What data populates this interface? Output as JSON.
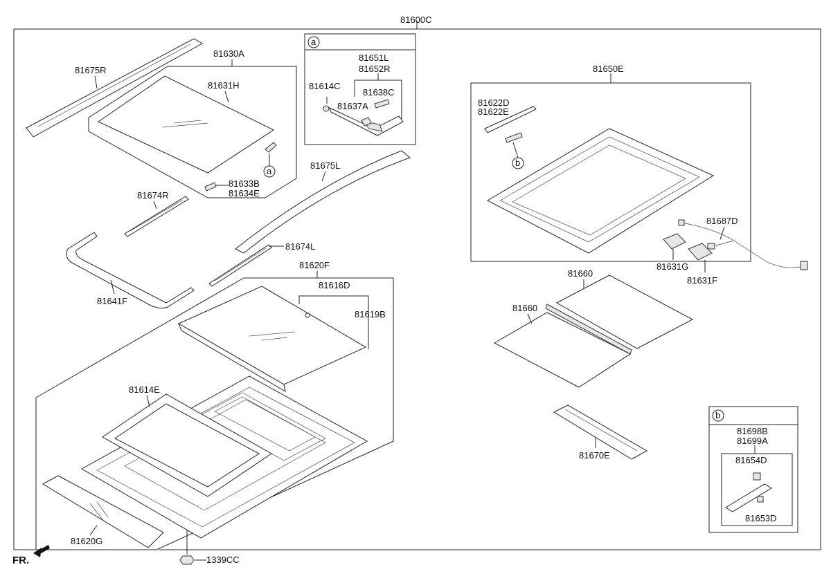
{
  "parts": {
    "assembly": "81600C",
    "p81675R": "81675R",
    "p81630A": "81630A",
    "p81631H": "81631H",
    "p81633B": "81633B",
    "p81634E": "81634E",
    "p81674R": "81674R",
    "p81641F": "81641F",
    "p81675L": "81675L",
    "p81674L": "81674L",
    "p81620F": "81620F",
    "p81616D": "81616D",
    "p81619B": "81619B",
    "p81614E": "81614E",
    "p81620G": "81620G",
    "p1339CC": "1339CC",
    "p81650E": "81650E",
    "p81622D": "81622D",
    "p81622E": "81622E",
    "p81687D": "81687D",
    "p81631G": "81631G",
    "p81631F": "81631F",
    "p81660a": "81660",
    "p81660b": "81660",
    "p81670E": "81670E"
  },
  "detail_a": {
    "marker": "a",
    "p81651L": "81651L",
    "p81652R": "81652R",
    "p81614C": "81614C",
    "p81638C": "81638C",
    "p81637A": "81637A"
  },
  "detail_b": {
    "marker": "b",
    "p81698B": "81698B",
    "p81699A": "81699A",
    "p81654D": "81654D",
    "p81653D": "81653D"
  },
  "callouts": {
    "a": "a",
    "b": "b"
  },
  "direction": "FR."
}
